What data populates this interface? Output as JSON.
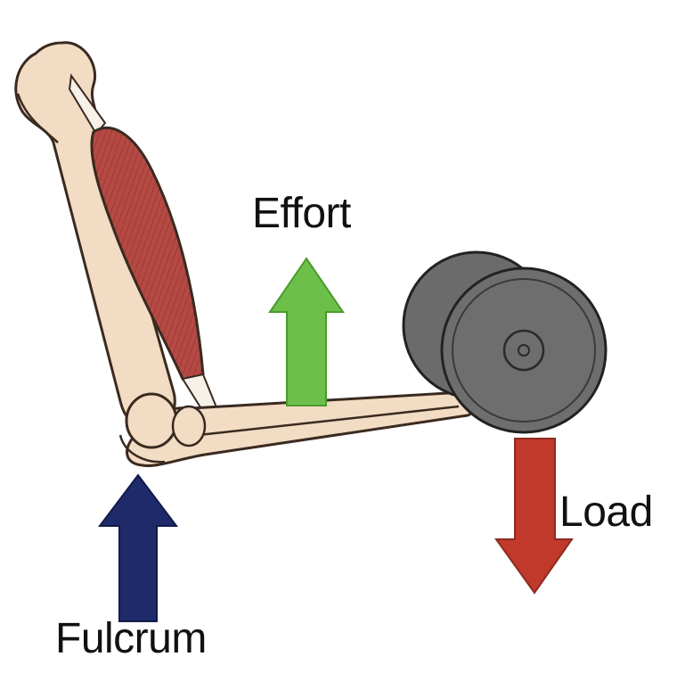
{
  "labels": {
    "effort": "Effort",
    "load": "Load",
    "fulcrum": "Fulcrum"
  },
  "colors": {
    "effort_arrow": "#6cc04a",
    "load_arrow": "#c0392b",
    "fulcrum_arrow": "#1f2a6b",
    "bone": "#f3dcc4",
    "muscle": "#b5453f",
    "weight": "#6b6b6b"
  }
}
